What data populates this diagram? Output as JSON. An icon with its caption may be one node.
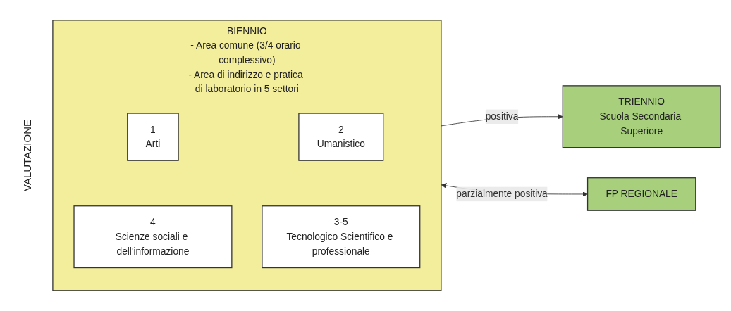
{
  "diagram": {
    "nodes": [
      {
        "text": [
          "BIENNIO",
          "- Area comune (3/4 orario complessivo)",
          "- Area di indirizzo e pratica di laboratorio in 5 settori"
        ]
      },
      {
        "text": [
          "1",
          "Arti"
        ],
        "in": 0
      },
      {
        "text": [
          "2",
          "Umanistico"
        ],
        "in": 0
      },
      {
        "text": [
          "4",
          "Scienze sociali e dell'informazione"
        ],
        "in": 0
      },
      {
        "text": [
          "3-5",
          "Tecnologico Scientifico e professionale"
        ],
        "in": 0
      },
      {
        "text": [
          "TRIENNIO",
          "Scuola Secondaria Superiore"
        ]
      },
      {
        "text": [
          "FP REGIONALE"
        ]
      }
    ],
    "edges": [
      {
        "from": 0,
        "to": 5,
        "arrow": "to",
        "label": "positiva"
      },
      {
        "from": 0,
        "to": 6,
        "arrow": "both",
        "label": "parzialmente positiva"
      }
    ],
    "labels": [
      "VALUTAZIONE"
    ]
  }
}
